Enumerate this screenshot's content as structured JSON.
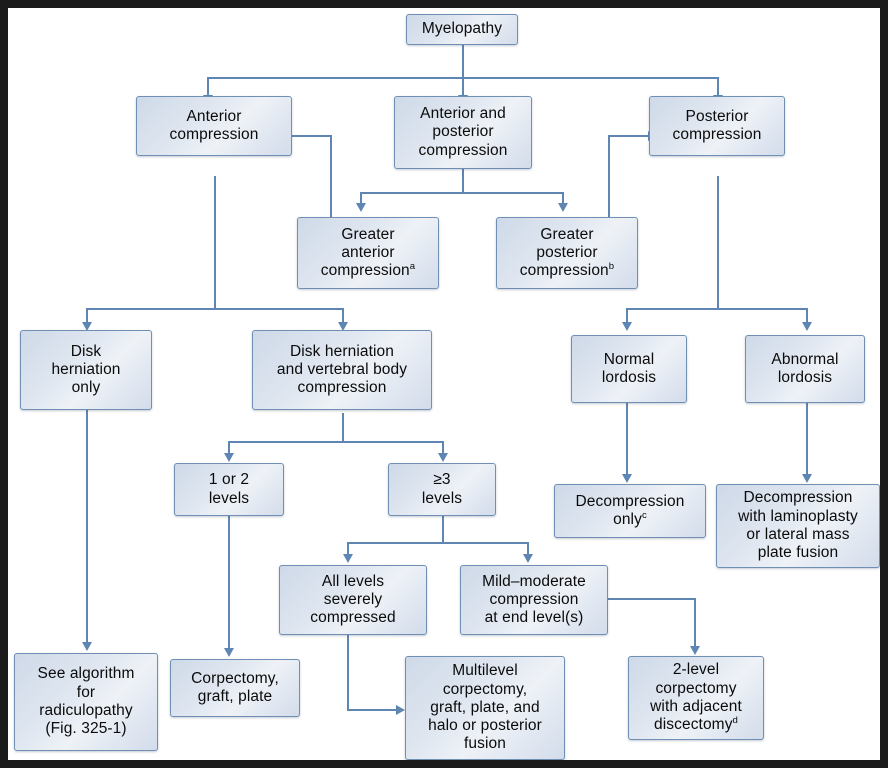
{
  "figure": {
    "type": "flowchart",
    "subject": "Myelopathy management algorithm",
    "accent_color": "#5f86b3",
    "node_fill": "#dfe6f0",
    "node_border": "#6f8fb4",
    "background": "#ffffff",
    "frame": "#1b1b1b"
  },
  "nodes": {
    "myelopathy": {
      "label": "Myelopathy"
    },
    "anterior_compression": {
      "line1": "Anterior",
      "line2": "compression"
    },
    "ant_post_compression": {
      "line1": "Anterior and",
      "line2": "posterior",
      "line3": "compression"
    },
    "posterior_compression": {
      "line1": "Posterior",
      "line2": "compression"
    },
    "greater_anterior": {
      "line1": "Greater",
      "line2": "anterior",
      "line3": "compression",
      "sup": "a"
    },
    "greater_posterior": {
      "line1": "Greater",
      "line2": "posterior",
      "line3": "compression",
      "sup": "b"
    },
    "disk_herniation_only": {
      "line1": "Disk",
      "line2": "herniation",
      "line3": "only"
    },
    "disk_and_vertebral": {
      "line1": "Disk herniation",
      "line2": "and vertebral body",
      "line3": "compression"
    },
    "normal_lordosis": {
      "line1": "Normal",
      "line2": "lordosis"
    },
    "abnormal_lordosis": {
      "line1": "Abnormal",
      "line2": "lordosis"
    },
    "one_or_two_levels": {
      "line1": "1 or 2",
      "line2": "levels"
    },
    "three_or_more_levels": {
      "line1": "≥3",
      "line2": "levels"
    },
    "decompression_only": {
      "line1": "Decompression",
      "line2": "only",
      "sup": "c"
    },
    "decompression_laminoplasty": {
      "line1": "Decompression",
      "line2": "with laminoplasty",
      "line3": "or lateral mass",
      "line4": "plate fusion"
    },
    "all_levels_severe": {
      "line1": "All levels",
      "line2": "severely",
      "line3": "compressed"
    },
    "mild_moderate": {
      "line1": "Mild–moderate",
      "line2": "compression",
      "line3": "at end level(s)"
    },
    "see_algorithm": {
      "line1": "See algorithm",
      "line2": "for",
      "line3": "radiculopathy",
      "line4": "(Fig. 325-1)"
    },
    "corpectomy_graft_plate": {
      "line1": "Corpectomy,",
      "line2": "graft, plate"
    },
    "multilevel_corpectomy": {
      "line1": "Multilevel",
      "line2": "corpectomy,",
      "line3": "graft, plate, and",
      "line4": "halo or posterior",
      "line5": "fusion"
    },
    "two_level_corpectomy": {
      "line1": "2-level",
      "line2": "corpectomy",
      "line3": "with adjacent",
      "line4": "discectomy",
      "sup": "d"
    }
  },
  "edges": [
    {
      "from": "myelopathy",
      "to": "anterior_compression"
    },
    {
      "from": "myelopathy",
      "to": "ant_post_compression"
    },
    {
      "from": "myelopathy",
      "to": "posterior_compression"
    },
    {
      "from": "ant_post_compression",
      "to": "greater_anterior"
    },
    {
      "from": "ant_post_compression",
      "to": "greater_posterior"
    },
    {
      "from": "greater_anterior",
      "to": "anterior_compression"
    },
    {
      "from": "greater_posterior",
      "to": "posterior_compression"
    },
    {
      "from": "anterior_compression",
      "to": "disk_herniation_only"
    },
    {
      "from": "anterior_compression",
      "to": "disk_and_vertebral"
    },
    {
      "from": "posterior_compression",
      "to": "normal_lordosis"
    },
    {
      "from": "posterior_compression",
      "to": "abnormal_lordosis"
    },
    {
      "from": "disk_herniation_only",
      "to": "see_algorithm"
    },
    {
      "from": "disk_and_vertebral",
      "to": "one_or_two_levels"
    },
    {
      "from": "disk_and_vertebral",
      "to": "three_or_more_levels"
    },
    {
      "from": "normal_lordosis",
      "to": "decompression_only"
    },
    {
      "from": "abnormal_lordosis",
      "to": "decompression_laminoplasty"
    },
    {
      "from": "one_or_two_levels",
      "to": "corpectomy_graft_plate"
    },
    {
      "from": "three_or_more_levels",
      "to": "all_levels_severe"
    },
    {
      "from": "three_or_more_levels",
      "to": "mild_moderate"
    },
    {
      "from": "all_levels_severe",
      "to": "multilevel_corpectomy"
    },
    {
      "from": "mild_moderate",
      "to": "two_level_corpectomy"
    }
  ]
}
